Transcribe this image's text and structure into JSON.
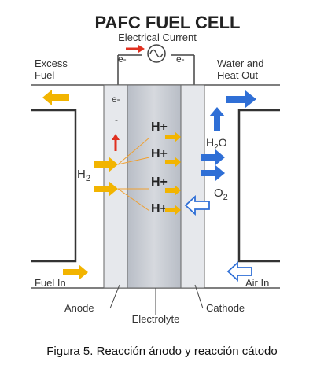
{
  "diagram": {
    "title": "PAFC FUEL CELL",
    "electrical_current": "Electrical Current",
    "electron_label": "e-",
    "electron_minus": "-",
    "excess_fuel": [
      "Excess",
      "Fuel"
    ],
    "water_heat": [
      "Water and",
      "Heat Out"
    ],
    "fuel_in": "Fuel In",
    "air_in": "Air In",
    "anode": "Anode",
    "electrolyte": "Electrolyte",
    "cathode": "Cathode",
    "h2": "H2",
    "h2o": "H2O",
    "o2": "O2",
    "h_plus": "H+",
    "colors": {
      "fuel_arrow": "#f2b400",
      "water_arrow": "#2f6fd6",
      "electron_arrow": "#e03020",
      "electrolyte": "#c9cdd4",
      "electrode": "#e6e8ec"
    }
  },
  "caption": "Figura 5. Reacción ánodo y reacción cátodo"
}
